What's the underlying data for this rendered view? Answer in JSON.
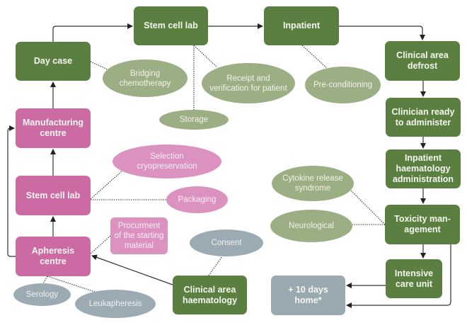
{
  "diagram": {
    "colors": {
      "process_green": "#5a7f40",
      "process_pink": "#cc6aa4",
      "process_grey": "#9aa8b0",
      "note_green": "#9bae84",
      "note_pink": "#dc92bf",
      "note_grey": "#9cabb3",
      "connector": "#222222"
    },
    "nodes": {
      "day_case": "Day case",
      "stem_cell_lab_top": "Stem cell lab",
      "inpatient": "Inpatient",
      "clinical_area_defrost": "Clinical area\ndefrost",
      "clinician_ready": "Clinician ready\nto administer",
      "inpatient_haematology_admin": "Inpatient\nhaematology\nadministration",
      "toxicity_management": "Toxicity man-\nagement",
      "intensive_care_unit": "Intensive\ncare unit",
      "home": "+ 10 days\nhome*",
      "clinical_area_haematology": "Clinical area\nhaematology",
      "manufacturing_centre": "Manufacturing\ncentre",
      "stem_cell_lab_pink": "Stem cell lab",
      "apheresis_centre": "Apheresis\ncentre",
      "procurement": "Procurment\nof the starting\nmaterial"
    },
    "notes": {
      "bridging_chemotherapy": "Bridging\nchemotherapy",
      "receipt_verification": "Receipt and\nverification for patient",
      "storage": "Storage",
      "pre_conditioning": "Pre-conditioning",
      "selection_cryopreservation": "Selection\ncryopreservation",
      "packaging": "Packaging",
      "consent": "Consent",
      "cytokine_release": "Cytokine release\nsyndrome",
      "neurological": "Neurological",
      "serology": "Serology",
      "leukapheresis": "Leukapheresis"
    },
    "flow": [
      [
        "clinical_area_haematology",
        "apheresis_centre"
      ],
      [
        "apheresis_centre",
        "stem_cell_lab_pink"
      ],
      [
        "stem_cell_lab_pink",
        "manufacturing_centre"
      ],
      [
        "apheresis_centre",
        "manufacturing_centre"
      ],
      [
        "manufacturing_centre",
        "day_case"
      ],
      [
        "day_case",
        "stem_cell_lab_top"
      ],
      [
        "stem_cell_lab_top",
        "inpatient"
      ],
      [
        "inpatient",
        "clinical_area_defrost"
      ],
      [
        "clinical_area_defrost",
        "clinician_ready"
      ],
      [
        "clinician_ready",
        "inpatient_haematology_admin"
      ],
      [
        "inpatient_haematology_admin",
        "toxicity_management"
      ],
      [
        "toxicity_management",
        "intensive_care_unit"
      ],
      [
        "intensive_care_unit",
        "home"
      ],
      [
        "toxicity_management",
        "home"
      ]
    ]
  }
}
